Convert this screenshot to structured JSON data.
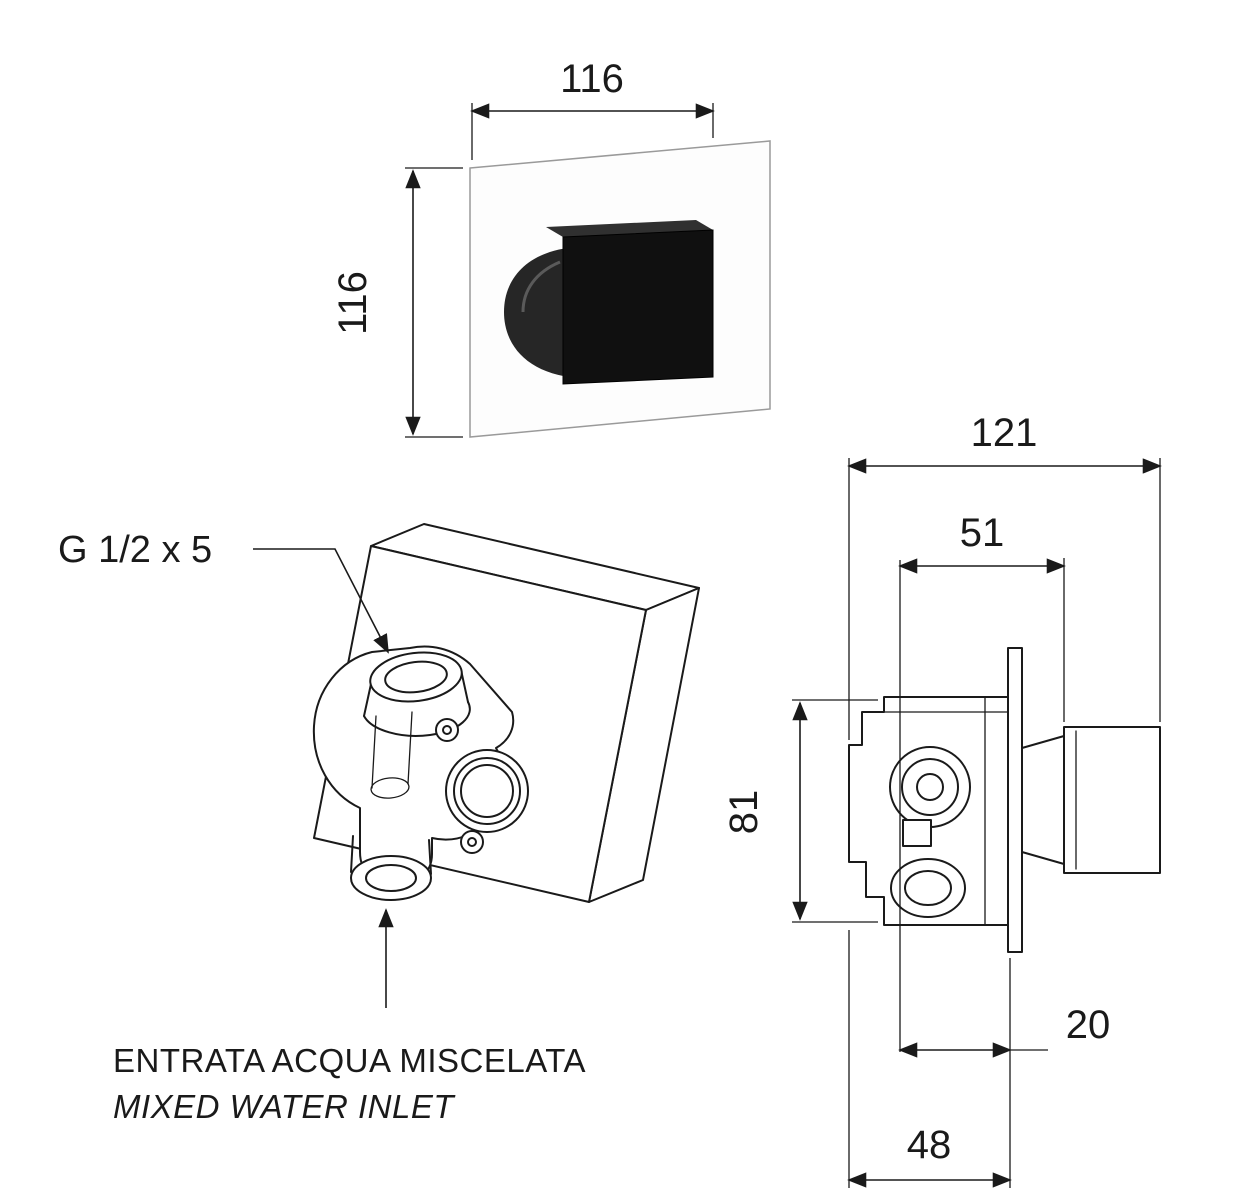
{
  "drawing": {
    "front_view": {
      "width_label": "116",
      "height_label": "116"
    },
    "iso_view": {
      "thread_label": "G 1/2 x 5",
      "inlet_caption_line1": "ENTRATA ACQUA MISCELATA",
      "inlet_caption_line2": "MIXED WATER INLET"
    },
    "side_view": {
      "overall_width_label": "121",
      "handle_offset_label": "51",
      "body_height_label": "81",
      "plate_offset_label": "20",
      "depth_label": "48"
    },
    "colors": {
      "line": "#1a1a1a",
      "handle_fill": "#101010",
      "handle_side_fill": "#262626",
      "handle_top_fill": "#303030",
      "background": "#ffffff"
    }
  }
}
